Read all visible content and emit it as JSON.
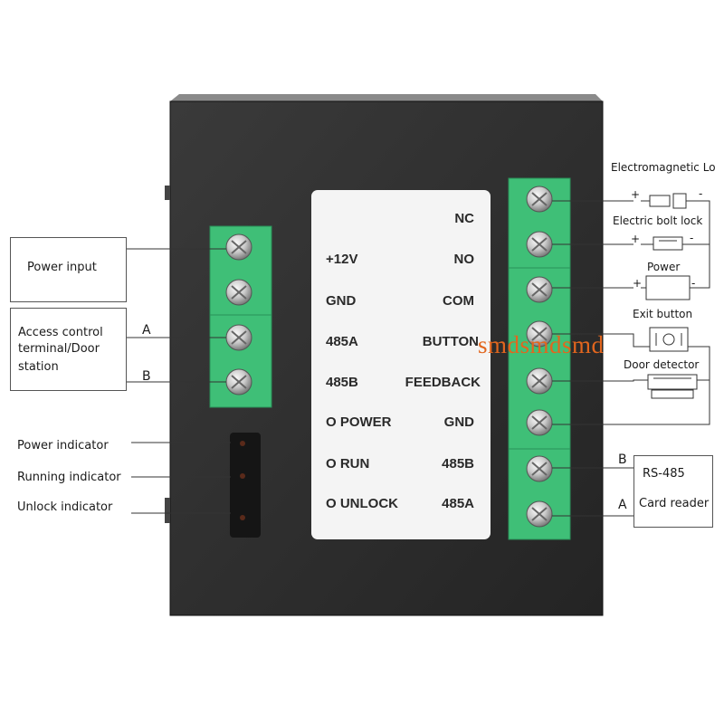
{
  "device_labels_left": [
    "+12V",
    "GND",
    "485A",
    "485B",
    "O POWER",
    "O RUN",
    "O UNLOCK"
  ],
  "device_labels_right": [
    "NC",
    "NO",
    "COM",
    "BUTTON",
    "FEEDBACK",
    "GND",
    "485B",
    "485A"
  ],
  "left_callouts": {
    "power_input": "Power input",
    "access_control": [
      "Access control",
      "terminal/Door",
      "station"
    ],
    "bus_a": "A",
    "bus_b": "B"
  },
  "indicators": [
    "Power indicator",
    "Running indicator",
    "Unlock indicator"
  ],
  "right_callouts": {
    "electromagnetic_lock": "Electromagnetic Lo",
    "electric_bolt_lock": "Electric bolt lock",
    "power": "Power",
    "exit_button": "Exit button",
    "door_detector": "Door detector",
    "rs485_line1": "RS-485",
    "rs485_line2": "Card reader",
    "bus_b": "B",
    "bus_a": "A",
    "plus": "+",
    "minus": "-"
  },
  "watermark": "smdsmdsmd",
  "colors": {
    "enclosure": "#2b2b2b",
    "terminal_green": "#3fbf77",
    "label_panel": "#f4f4f4",
    "watermark": "#e2661e"
  }
}
